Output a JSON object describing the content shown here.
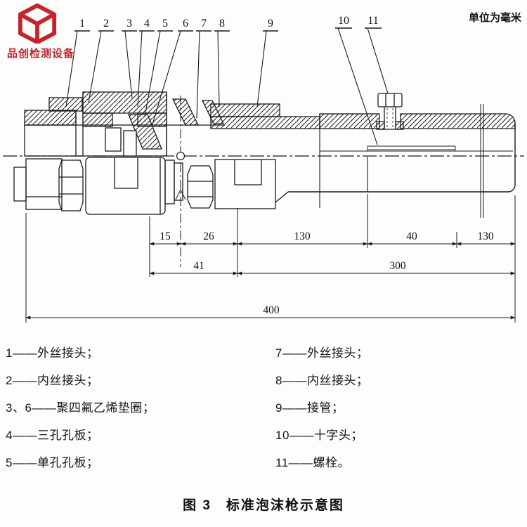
{
  "logo": {
    "text": "品创检测设备"
  },
  "units_note": "单位为毫米",
  "callouts": [
    {
      "num": "1"
    },
    {
      "num": "2"
    },
    {
      "num": "3"
    },
    {
      "num": "4"
    },
    {
      "num": "5"
    },
    {
      "num": "6"
    },
    {
      "num": "7"
    },
    {
      "num": "8"
    },
    {
      "num": "9"
    },
    {
      "num": "10"
    },
    {
      "num": "11"
    }
  ],
  "dimensions": {
    "row1": [
      "15",
      "26",
      "130",
      "40",
      "130"
    ],
    "row2": [
      "41",
      "300"
    ],
    "overall": "400"
  },
  "legend_left": [
    "1——外丝接头；",
    "2——内丝接头；",
    "3、6——聚四氟乙烯垫圈；",
    "4——三孔孔板；",
    "5——单孔孔板；"
  ],
  "legend_right": [
    "7——外丝接头；",
    "8——内丝接头；",
    "9——接管；",
    "10——十字头；",
    "11——螺栓。"
  ],
  "caption": "图 3　标准泡沫枪示意图"
}
